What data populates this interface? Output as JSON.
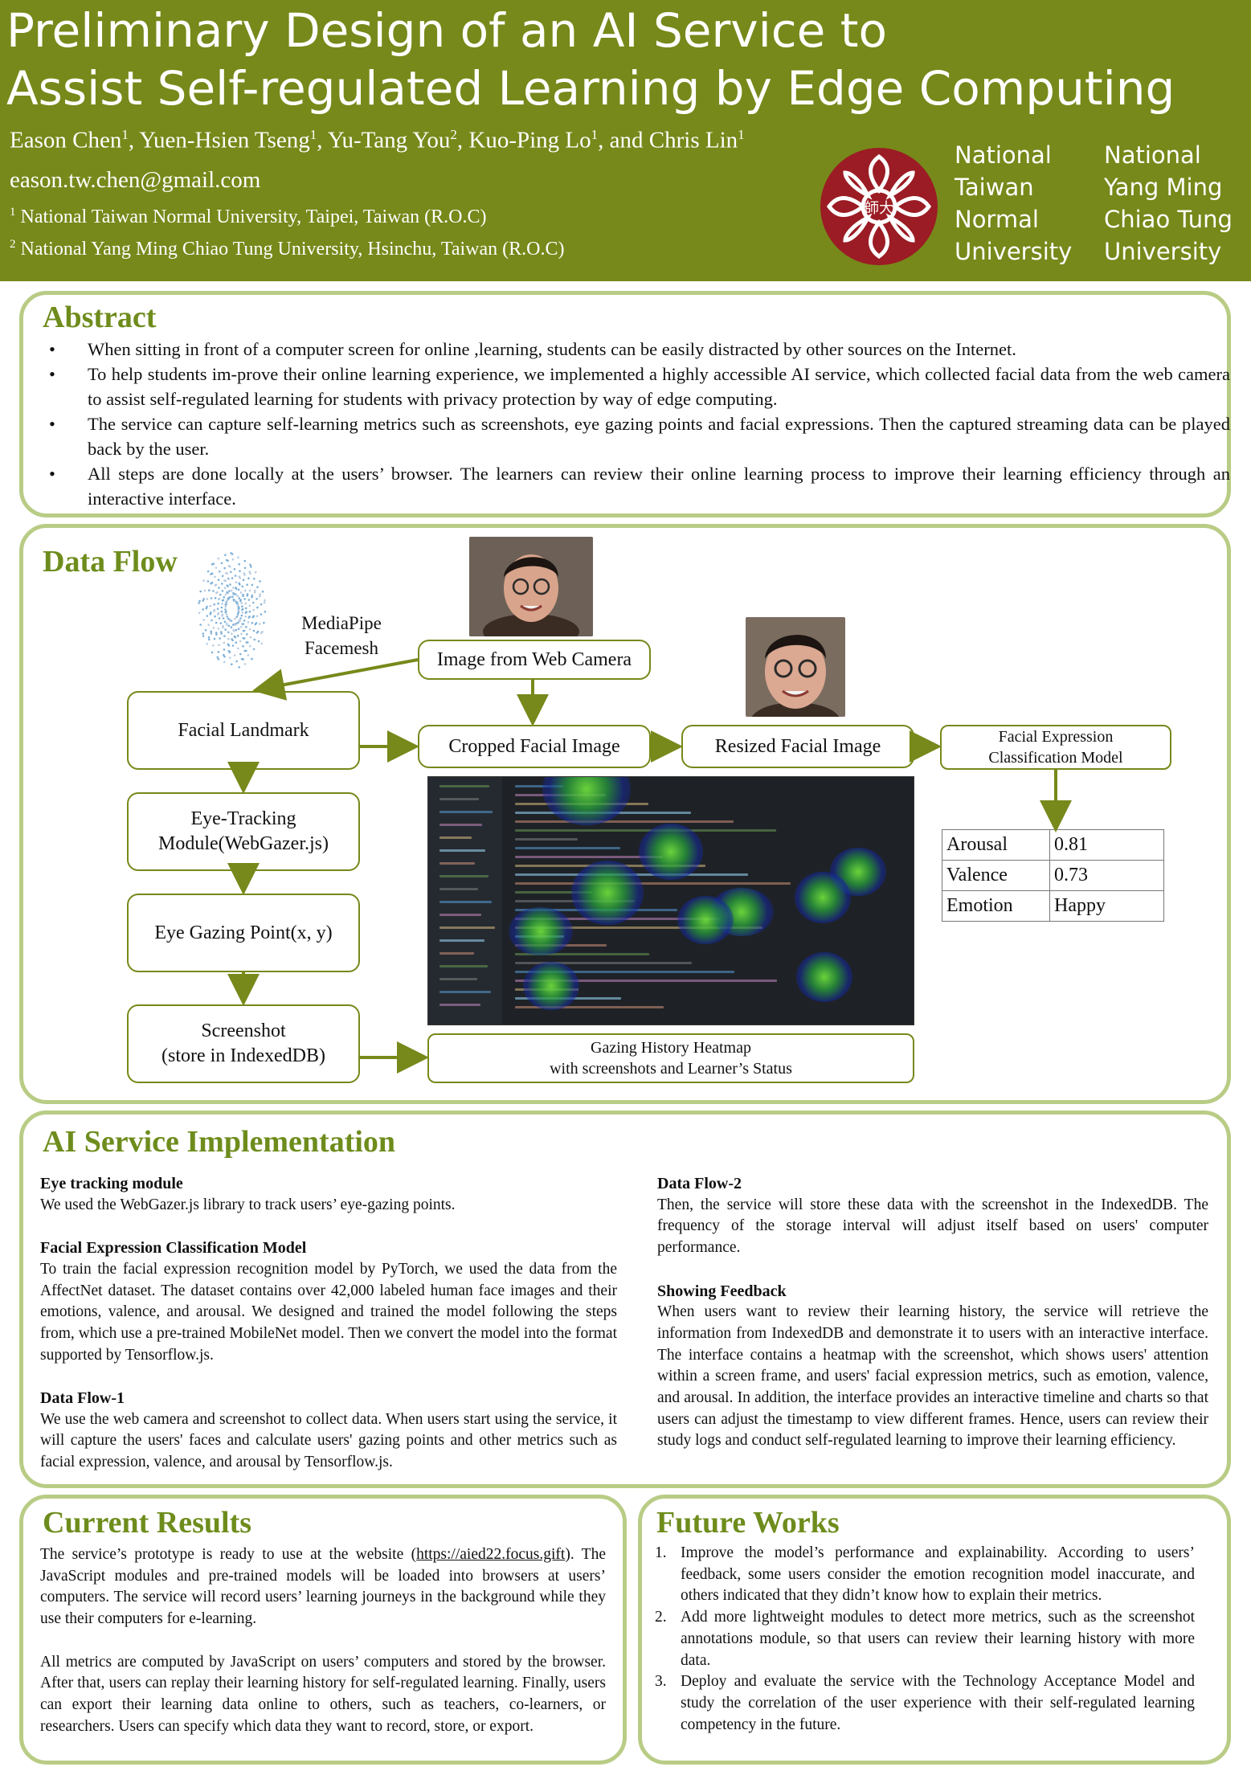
{
  "header": {
    "title_line1": "Preliminary Design of an AI Service to",
    "title_line2": "Assist Self-regulated Learning by Edge Computing",
    "authors": [
      {
        "name": "Eason Chen",
        "aff": "1",
        "sep": ", "
      },
      {
        "name": "Yuen-Hsien Tseng",
        "aff": "1",
        "sep": ", "
      },
      {
        "name": "Yu-Tang You",
        "aff": "2",
        "sep": ", "
      },
      {
        "name": "Kuo-Ping Lo",
        "aff": "1",
        "sep": ", and "
      },
      {
        "name": "Chris Lin",
        "aff": "1",
        "sep": ""
      }
    ],
    "email": "eason.tw.chen@gmail.com",
    "affiliation1_num": "1",
    "affiliation1": "National Taiwan Normal University, Taipei, Taiwan (R.O.C)",
    "affiliation2_num": "2",
    "affiliation2": "National Yang Ming Chiao Tung University, Hsinchu, Taiwan (R.O.C)",
    "logo_text": "師大",
    "university1": [
      "National",
      "Taiwan",
      "Normal",
      "University"
    ],
    "university2": [
      "National",
      "Yang Ming",
      "Chiao Tung",
      "University"
    ]
  },
  "abstract": {
    "title": "Abstract",
    "bullets": [
      "When sitting in front of a computer screen for online ,learning, students can be easily distracted by other sources on the Internet.",
      "To help students im-prove their online learning experience, we implemented a highly accessible AI service, which collected facial data from the web camera to assist self-regulated learning for students with privacy protection by way of edge computing.",
      "The service can capture self-learning metrics such as screenshots, eye gazing points and facial expressions. Then the captured streaming data can be played back by the user.",
      "All steps are done locally at the users’ browser. The learners can review their online learning process to improve their learning efficiency through an interactive interface."
    ]
  },
  "data_flow": {
    "title": "Data Flow",
    "mediapipe_label": "MediaPipe\nFacemesh",
    "webcam": "Image from Web Camera",
    "facial_landmark": "Facial Landmark",
    "cropped": "Cropped Facial Image",
    "resized": "Resized Facial Image",
    "classification": "Facial Expression\nClassification Model",
    "eye_tracking": "Eye-Tracking\nModule(WebGazer.js)",
    "gaze_point": "Eye Gazing Point(x, y)",
    "screenshot": "Screenshot\n(store in IndexedDB)",
    "heatmap": "Gazing History Heatmap\nwith screenshots and Learner’s Status",
    "metrics": [
      {
        "label": "Arousal",
        "value": "0.81"
      },
      {
        "label": "Valence",
        "value": "0.73"
      },
      {
        "label": "Emotion",
        "value": "Happy"
      }
    ]
  },
  "implementation": {
    "title": "AI Service Implementation",
    "left": [
      {
        "heading": "Eye tracking module",
        "text": "We used the WebGazer.js library to track users’ eye-gazing points."
      },
      {
        "heading": "Facial Expression Classification Model",
        "text": "To train the facial expression recognition model by PyTorch, we used the data from the AffectNet dataset. The dataset contains over 42,000 labeled human face images and their emotions, valence, and arousal. We designed and trained the model following the steps from, which use a pre-trained MobileNet model. Then we convert the model into the format supported by Tensorflow.js."
      },
      {
        "heading": "Data Flow-1",
        "text": "We use the web camera and screenshot to collect data. When users start using the service, it will capture the users' faces and calculate users' gazing points and other metrics such as facial expression, valence, and arousal by Tensorflow.js."
      }
    ],
    "right": [
      {
        "heading": "Data Flow-2",
        "text": "Then, the service will store these data with the screenshot in the IndexedDB. The frequency of the storage interval will adjust itself based on users' computer performance."
      },
      {
        "heading": "Showing Feedback",
        "text": "When users want to review their learning history, the service will retrieve the information from IndexedDB and demonstrate it to users with an interactive interface. The interface contains a heatmap with the screenshot, which shows users' attention within a screen frame, and users' facial expression metrics, such as emotion, valence, and arousal. In addition, the interface provides an interactive timeline and charts so that users can adjust the timestamp to view different frames. Hence, users can review their study logs and conduct self-regulated learning to improve their learning efficiency."
      }
    ]
  },
  "results": {
    "title": "Current Results",
    "p1_before": "The service’s prototype is ready to use at the website (",
    "p1_link": "https://aied22.focus.gift",
    "p1_after": "). The JavaScript modules and pre-trained models will be loaded into browsers at users’ computers. The service will record users’ learning journeys in the background while they use their computers for e-learning.",
    "p2": "All metrics are computed by JavaScript on users’ computers and stored by the browser. After that, users can replay their learning history for self-regulated learning. Finally, users can export their learning data online to others, such as teachers, co-learners, or researchers. Users can specify which data they want to record, store, or export."
  },
  "future": {
    "title": "Future Works",
    "items": [
      {
        "n": "1.",
        "text": "Improve the model’s performance and explainability. According to users’ feedback, some users consider the emotion recognition model inaccurate, and others indicated that they didn’t know how to explain their metrics."
      },
      {
        "n": "2.",
        "text": "Add more lightweight modules to detect more metrics, such as the screenshot annotations module, so that users can review their learning history with more data."
      },
      {
        "n": "3.",
        "text": "Deploy and evaluate the service with the Technology Acceptance Model and study the correlation of the user experience with their self-regulated learning competency in the future."
      }
    ]
  },
  "colors": {
    "header_bg": "#76891a",
    "panel_border": "#b9cc85",
    "section_title": "#6e8c1c",
    "arrow": "#76891a"
  }
}
